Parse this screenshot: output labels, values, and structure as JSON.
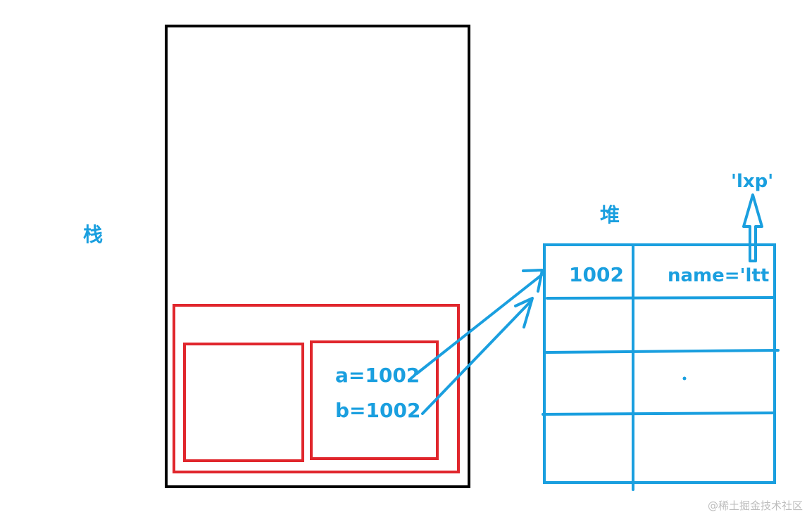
{
  "labels": {
    "stack": "栈",
    "heap": "堆",
    "var_a": "a=1002",
    "var_b": "b=1002",
    "heap_address": "1002",
    "heap_field": "name='ltt",
    "new_value": "'lxp'"
  },
  "watermark": "@稀土掘金技术社区",
  "colors": {
    "stack_border": "#000000",
    "frame_border": "#e0262c",
    "heap_color": "#1a9fdf",
    "watermark": "#bdbdbd"
  }
}
